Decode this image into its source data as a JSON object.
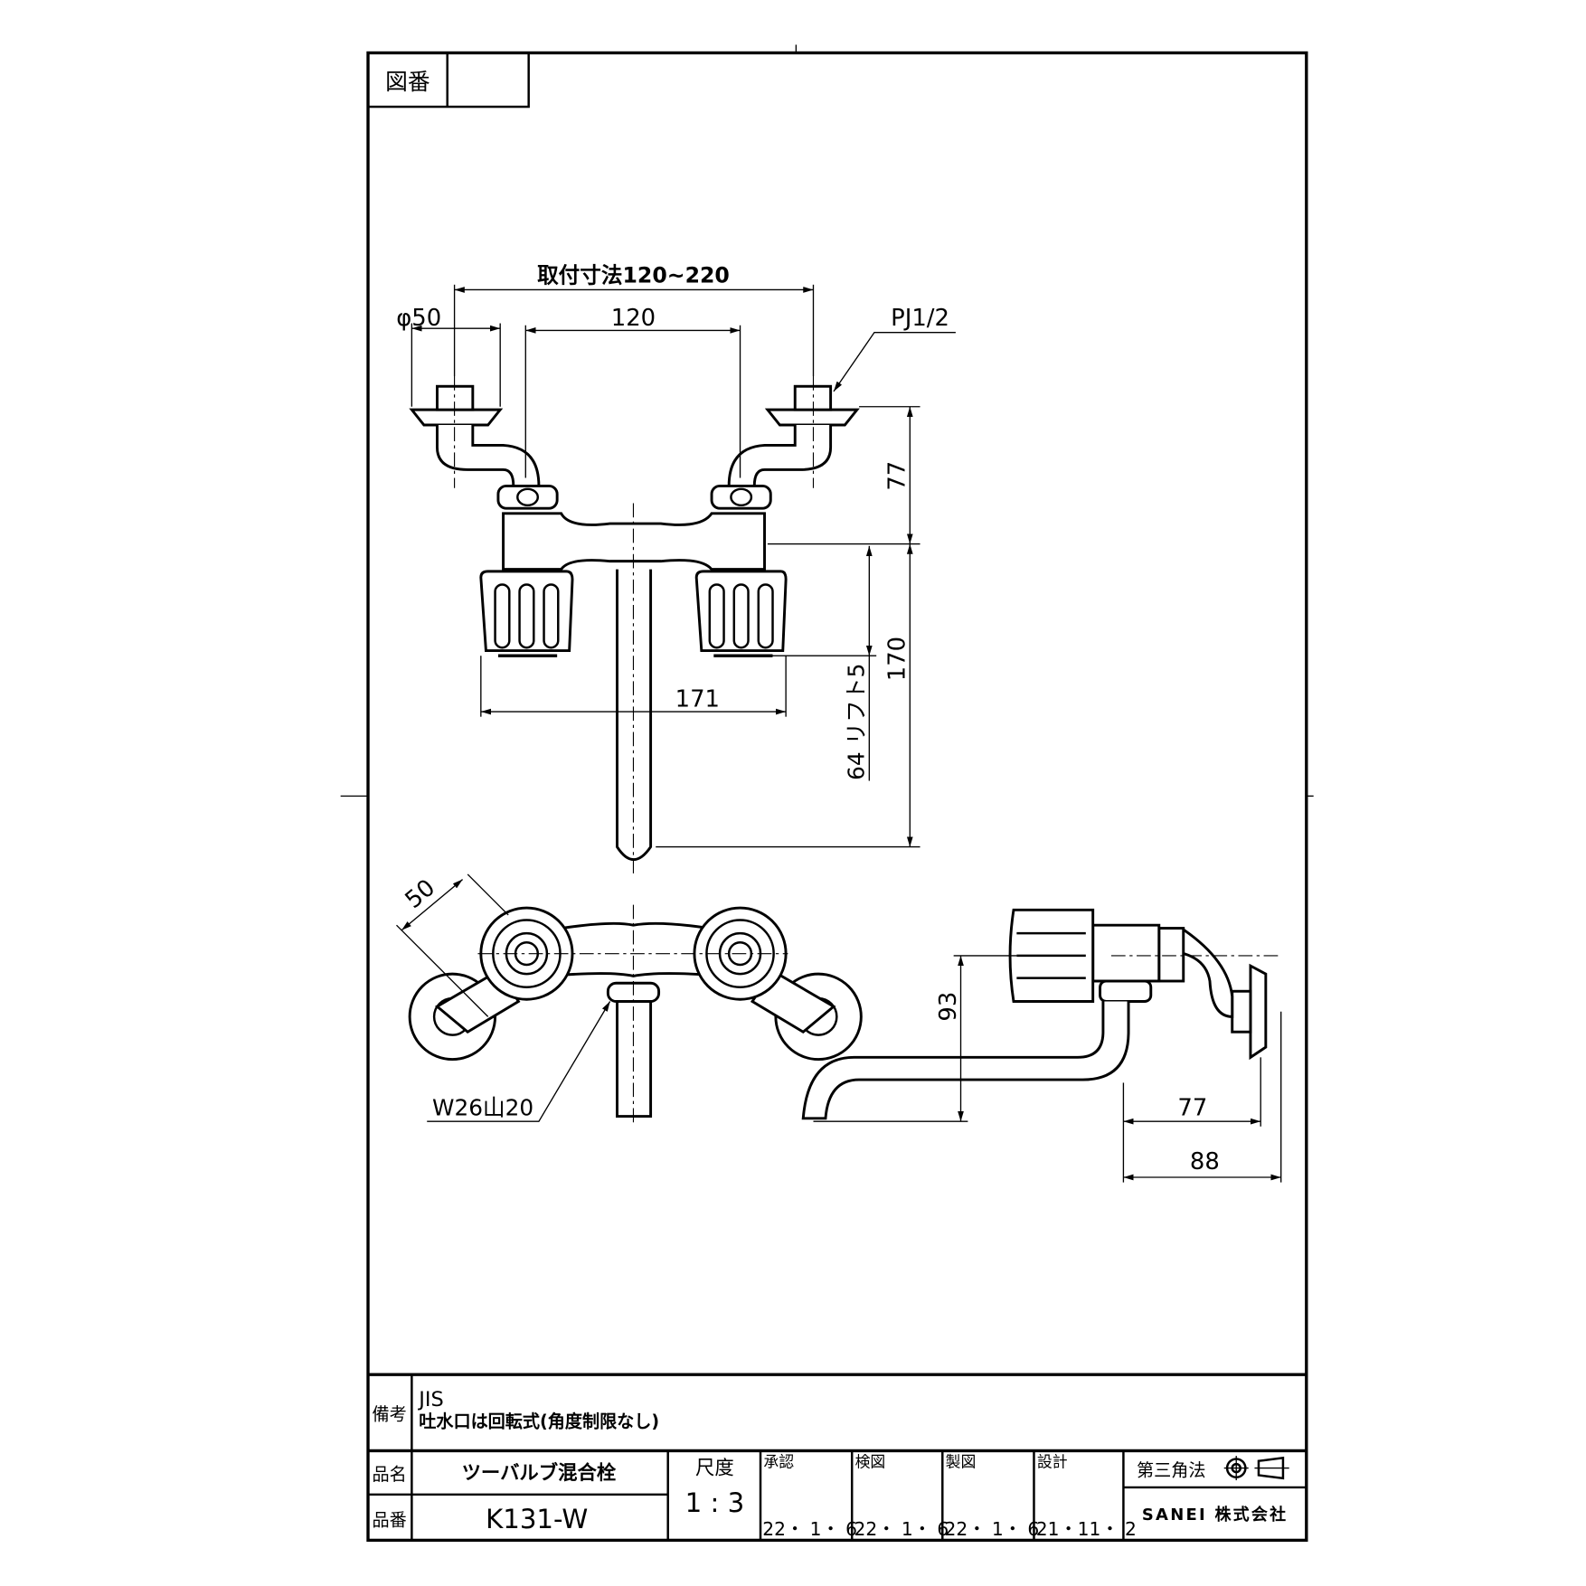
{
  "title_box": {
    "drawing_number_label": "図番",
    "drawing_number": ""
  },
  "dimensions": {
    "mounting_range": "取付寸法120~220",
    "flange_dia": "φ50",
    "pitch": "120",
    "thread": "PJ1/2",
    "height_77": "77",
    "height_170": "170",
    "lift": "64 リフト5",
    "width_171": "171",
    "handle_50": "50",
    "nut": "W26山20",
    "spout_93": "93",
    "depth_77": "77",
    "depth_88": "88"
  },
  "remarks": {
    "label": "備考",
    "line1": "JIS",
    "line2": "吐水口は回転式(角度制限なし)"
  },
  "title_block": {
    "name_label": "品名",
    "name": "ツーバルブ混合栓",
    "number_label": "品番",
    "number": "K131-W",
    "scale_label": "尺度",
    "scale": "1 : 3",
    "approved_label": "承認",
    "approved_date": "22・ 1・ 6",
    "checked_label": "検図",
    "checked_date": "22・ 1・ 6",
    "drawn_label": "製図",
    "drawn_date": "22・ 1・ 6",
    "designed_label": "設計",
    "designed_date": "21・11・ 2",
    "projection": "第三角法",
    "company": "SANEI 株式会社"
  }
}
